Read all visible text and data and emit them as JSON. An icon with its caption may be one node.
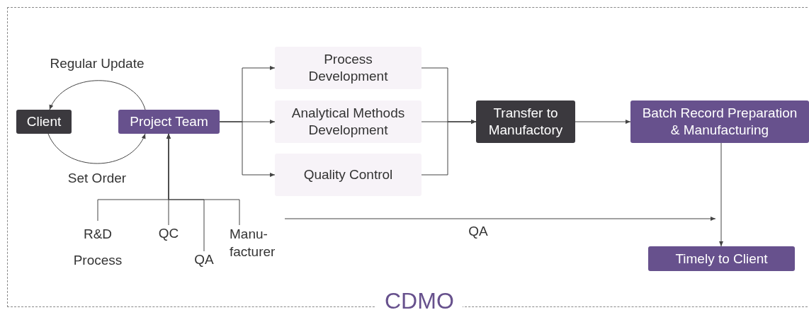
{
  "diagram": {
    "nodes": [
      {
        "text": [
          "CDMO"
        ]
      },
      {
        "text": [
          "Client"
        ],
        "in": 0
      },
      {
        "text": [
          "Project Team"
        ],
        "in": 0
      },
      {
        "text": [
          "Process Development"
        ],
        "in": 0
      },
      {
        "text": [
          "Analytical Methods Development"
        ],
        "in": 0
      },
      {
        "text": [
          "Quality Control"
        ],
        "in": 0
      },
      {
        "text": [
          "Transfer to Manufactory"
        ],
        "in": 0
      },
      {
        "text": [
          "Batch Record Preparation & Manufacturing"
        ],
        "in": 0
      },
      {
        "text": [
          "Timely to Client"
        ],
        "in": 0
      },
      {
        "text": [
          "R&D Process"
        ],
        "in": 0
      },
      {
        "text": [
          "QC"
        ],
        "in": 0
      },
      {
        "text": [
          "QA"
        ],
        "in": 0
      },
      {
        "text": [
          "Manu- facturer"
        ],
        "in": 0
      }
    ],
    "edges": [
      {
        "from": 2,
        "to": 1,
        "arrow": "to",
        "label": "Regular Update"
      },
      {
        "from": 1,
        "to": 2,
        "arrow": "to",
        "label": "Set Order"
      },
      {
        "from": 2,
        "to": 3,
        "arrow": "to"
      },
      {
        "from": 2,
        "to": 4,
        "arrow": "to"
      },
      {
        "from": 2,
        "to": 5,
        "arrow": "to"
      },
      {
        "from": 3,
        "to": 6,
        "arrow": "to"
      },
      {
        "from": 4,
        "to": 6,
        "arrow": "to"
      },
      {
        "from": 5,
        "to": 6,
        "arrow": "to"
      },
      {
        "from": 6,
        "to": 7,
        "arrow": "to"
      },
      {
        "from": 7,
        "to": 8,
        "arrow": "to"
      },
      {
        "from": 9,
        "to": 2,
        "arrow": "to"
      },
      {
        "from": 10,
        "to": 2,
        "arrow": "to"
      },
      {
        "from": 11,
        "to": 2,
        "arrow": "to"
      },
      {
        "from": 12,
        "to": 2,
        "arrow": "to"
      },
      {
        "from": 12,
        "to": null,
        "arrow": "to",
        "label": "QA"
      }
    ]
  }
}
